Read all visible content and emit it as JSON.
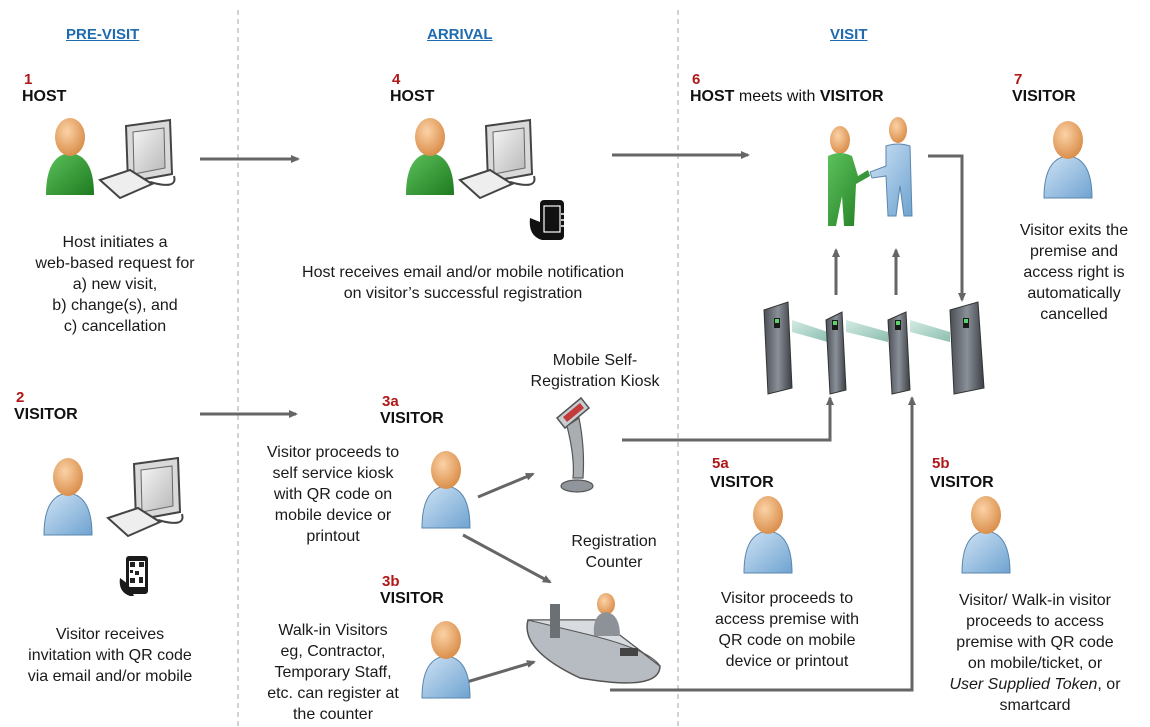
{
  "sections": {
    "pre_visit": "PRE-VISIT",
    "arrival": "ARRIVAL",
    "visit": "VISIT"
  },
  "steps": {
    "s1": {
      "num": "1",
      "role": "HOST",
      "desc": [
        "Host initiates a",
        "web-based request for",
        "a) new visit,",
        "b) change(s), and",
        "c) cancellation"
      ]
    },
    "s2": {
      "num": "2",
      "role": "VISITOR",
      "desc": [
        "Visitor receives",
        "invitation with QR code",
        "via email and/or mobile"
      ]
    },
    "s4": {
      "num": "4",
      "role": "HOST",
      "desc": [
        "Host receives email and/or mobile notification",
        "on visitor’s successful registration"
      ]
    },
    "s3a": {
      "num": "3a",
      "role": "VISITOR",
      "desc": [
        "Visitor proceeds to",
        "self service kiosk",
        "with QR code on",
        "mobile device or",
        "printout"
      ]
    },
    "s3b": {
      "num": "3b",
      "role": "VISITOR",
      "desc": [
        "Walk-in Visitors",
        "eg, Contractor,",
        "Temporary Staff,",
        "etc. can register at",
        "the counter"
      ]
    },
    "s6": {
      "num": "6",
      "role_host": "HOST",
      "role_mid": " meets with ",
      "role_visitor": "VISITOR"
    },
    "s7": {
      "num": "7",
      "role": "VISITOR",
      "desc": [
        "Visitor exits the",
        "premise and",
        "access right is",
        "automatically",
        "cancelled"
      ]
    },
    "s5a": {
      "num": "5a",
      "role": "VISITOR",
      "desc": [
        "Visitor proceeds to",
        "access premise with",
        "QR code on mobile",
        "device or printout"
      ]
    },
    "s5b": {
      "num": "5b",
      "role": "VISITOR",
      "desc": [
        "Visitor/ Walk-in visitor",
        "proceeds to access",
        "premise with QR code",
        "on mobile/ticket, or",
        "User Supplied Token",
        ", or",
        "smartcard"
      ]
    }
  },
  "captions": {
    "kiosk": [
      "Mobile Self-",
      "Registration Kiosk"
    ],
    "counter": [
      "Registration",
      "Counter"
    ]
  },
  "colors": {
    "section_link": "#1f6bb0",
    "step_number": "#b01818",
    "host_green": "#2e9a2e",
    "visitor_blue": "#9cc4e6",
    "skin": "#f1b27a",
    "arrow": "#666666",
    "divider": "#b5b5b5"
  },
  "icons": [
    "host-figure-icon",
    "visitor-figure-icon",
    "computer-icon",
    "mobile-phone-icon",
    "qr-phone-icon",
    "kiosk-icon",
    "registration-counter-icon",
    "turnstile-gate-icon",
    "handshake-icon"
  ]
}
